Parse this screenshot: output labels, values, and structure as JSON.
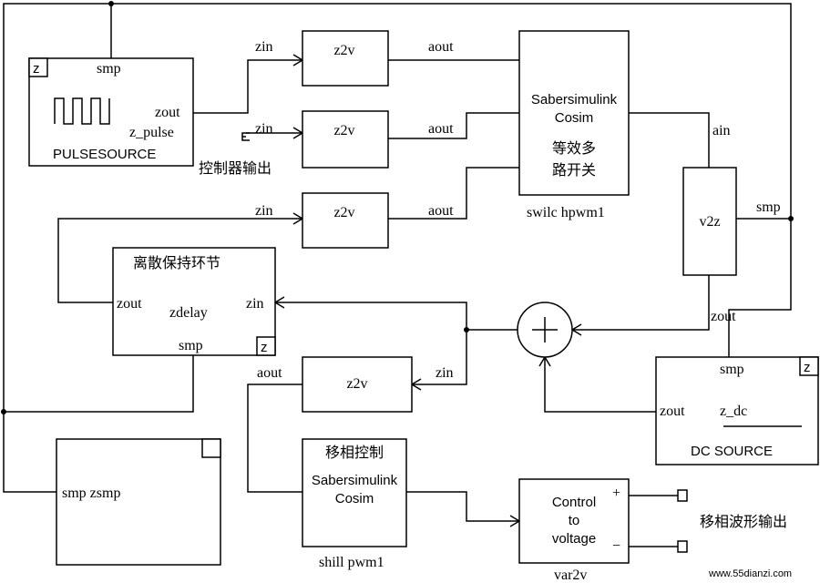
{
  "pulse": {
    "z": "z",
    "smp": "smp",
    "zout": "zout",
    "name": "z_pulse",
    "type": "PULSESOURCE"
  },
  "z2v_1": {
    "name": "z2v",
    "in": "zin",
    "out": "aout"
  },
  "z2v_2": {
    "name": "z2v",
    "in": "zin",
    "out": "aout"
  },
  "z2v_3": {
    "name": "z2v",
    "in": "zin",
    "out": "aout"
  },
  "z2v_4": {
    "name": "z2v",
    "in": "zin",
    "out": "aout"
  },
  "ctrl_output_label": "控制器输出",
  "cosim1": {
    "line1": "Sabersimulink",
    "line2": "Cosim",
    "cn1": "等效多",
    "cn2": "路开关",
    "caption": "swilc hpwm1"
  },
  "v2z": {
    "name": "v2z",
    "ain": "ain",
    "smp": "smp",
    "zout": "zout"
  },
  "zdelay": {
    "cn": "离散保持环节",
    "zout": "zout",
    "name": "zdelay",
    "zin": "zin",
    "smp": "smp",
    "z": "z"
  },
  "dc": {
    "smp": "smp",
    "z": "z",
    "zout": "zout",
    "name": "z_dc",
    "type": "DC SOURCE"
  },
  "zsmp": {
    "name": "smp zsmp"
  },
  "cosim2": {
    "cn": "移相控制",
    "line1": "Sabersimulink",
    "line2": "Cosim",
    "caption": "shill pwm1"
  },
  "var2v": {
    "line1": "Control",
    "line2": "to",
    "line3": "voltage",
    "plus": "+",
    "minus": "−",
    "caption": "var2v"
  },
  "phase_output_label": "移相波形输出",
  "watermark": "www.55dianzi.com"
}
